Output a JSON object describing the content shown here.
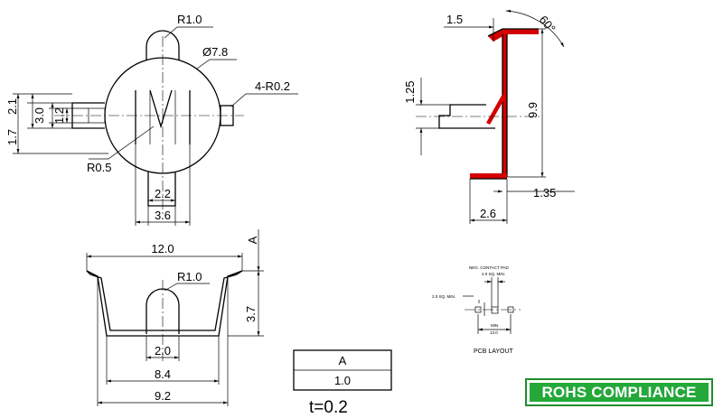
{
  "top_view": {
    "r_tab": "R1.0",
    "diameter": "Ø7.8",
    "corner_radius": "4-R0.2",
    "inner_radius": "R0.5",
    "dim_2_1": "2.1",
    "dim_1_7": "1.7",
    "dim_3_0": "3.0",
    "dim_1_2": "1.2",
    "dim_2_2": "2.2",
    "dim_3_6": "3.6"
  },
  "side_view": {
    "dim_1_5": "1.5",
    "angle": "60°",
    "dim_1_25": "1.25",
    "dim_9_9": "9.9",
    "dim_1_35": "1.35",
    "dim_2_6": "2.6"
  },
  "front_view": {
    "width_12": "12.0",
    "datum": "A",
    "r_tab": "R1.0",
    "height": "3.7",
    "dim_2_0": "2.0",
    "dim_8_4": "8.4",
    "dim_9_2": "9.2"
  },
  "table": {
    "header": "A",
    "value": "1.0"
  },
  "thickness": "t=0.2",
  "pcb": {
    "title": "NEG. CONTACT PAD",
    "pad_size_top": "2.0 SQ. MIN.",
    "pad_size_left": "2.0 SQ. MIN.",
    "min_label": "MIN.",
    "min_value": "13.0",
    "caption": "PCB  LAYOUT"
  },
  "badge": "ROHS COMPLIANCE",
  "colors": {
    "hatch": "#d40000",
    "badge_green": "#24a83a"
  }
}
